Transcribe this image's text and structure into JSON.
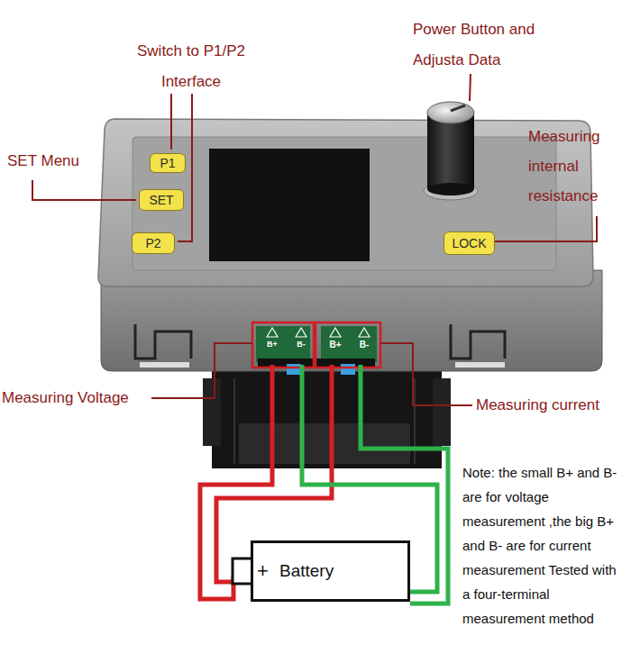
{
  "diagram": {
    "nodes": [
      {
        "text": [
          "P1"
        ]
      },
      {
        "text": [
          "SET"
        ]
      },
      {
        "text": [
          "P2"
        ]
      },
      {
        "text": [
          "LOCK"
        ]
      },
      {
        "text": [
          "+",
          "Battery"
        ]
      }
    ],
    "labels": [
      "Power Button and Adjusta Data",
      "Switch to P1/P2 Interface",
      "SET Menu",
      "Measuring internal resistance",
      "Measuring Voltage",
      "Measuring current",
      "B+",
      "B-",
      "B+",
      "B-",
      "Note: the small B+ and B- are for voltage measurement ,the big B+ and B- are for current measurement Tested with a four-terminal measurement method"
    ]
  }
}
